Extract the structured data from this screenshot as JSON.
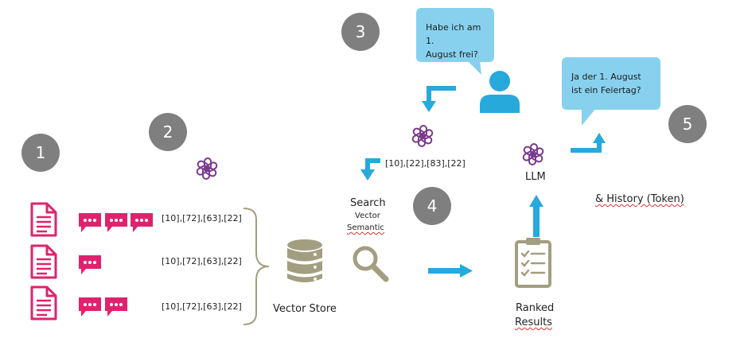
{
  "steps": {
    "s1": "1",
    "s2": "2",
    "s3": "3",
    "s4": "4",
    "s5": "5"
  },
  "vectors": {
    "row1": "[10],[72],[63],[22]",
    "row2": "[10],[72],[63],[22]",
    "row3": "[10],[72],[63],[22]",
    "query": "[10],[22],[83],[22]"
  },
  "labels": {
    "vector_store": "Vector Store",
    "search": "Search",
    "search_vector": "Vector",
    "search_semantic": "Semantic",
    "llm": "LLM",
    "history": "& History (Token)",
    "ranked": "Ranked",
    "results": "Results"
  },
  "bubbles": {
    "question_line1": "Habe ich am 1.",
    "question_line2": "August frei?",
    "answer_line1": "Ja der 1. August",
    "answer_line2": "ist ein Feiertag?"
  },
  "colors": {
    "doc": "#e0226e",
    "arrow": "#27a9dc",
    "bubble": "#87d1ee",
    "step": "#7f7f7f",
    "store": "#a39e81",
    "openai": "#7a3a8c"
  },
  "icons": [
    "document-icon",
    "chat-icon",
    "openai-icon",
    "database-icon",
    "search-icon",
    "user-icon",
    "clipboard-icon"
  ]
}
